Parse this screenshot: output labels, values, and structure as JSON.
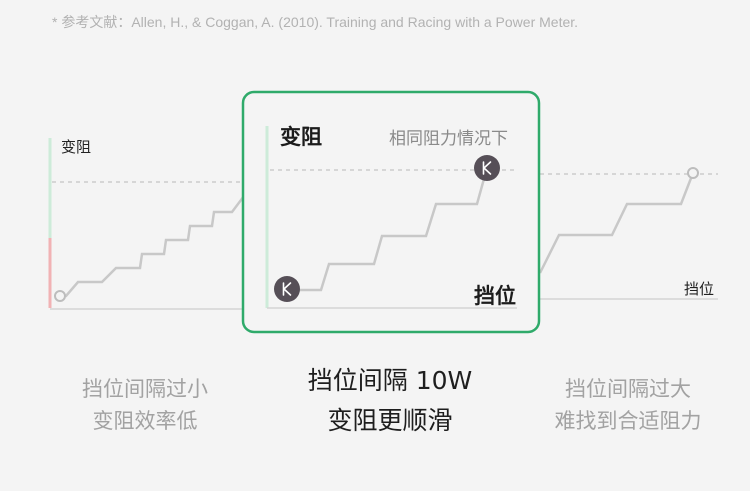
{
  "reference": "* 参考文献：Allen, H., & Coggan, A. (2010). Training and Racing with a Power Meter.",
  "panels": {
    "left": {
      "y_label": "变阻",
      "caption": "挡位间隔过小\n变阻效率低"
    },
    "center": {
      "y_label": "变阻",
      "x_label": "挡位",
      "note": "相同阻力情况下",
      "caption": "挡位间隔 10W\n变阻更顺滑",
      "marker_icon": "k-logo-icon"
    },
    "right": {
      "x_label": "挡位",
      "caption": "挡位间隔过大\n难找到合适阻力"
    }
  },
  "colors": {
    "highlight_border": "#2faa6a",
    "axis_green": "#cdebd9",
    "axis_red": "#f1b2b4",
    "step_line": "#c8c8c8",
    "marker": "#564f57"
  }
}
